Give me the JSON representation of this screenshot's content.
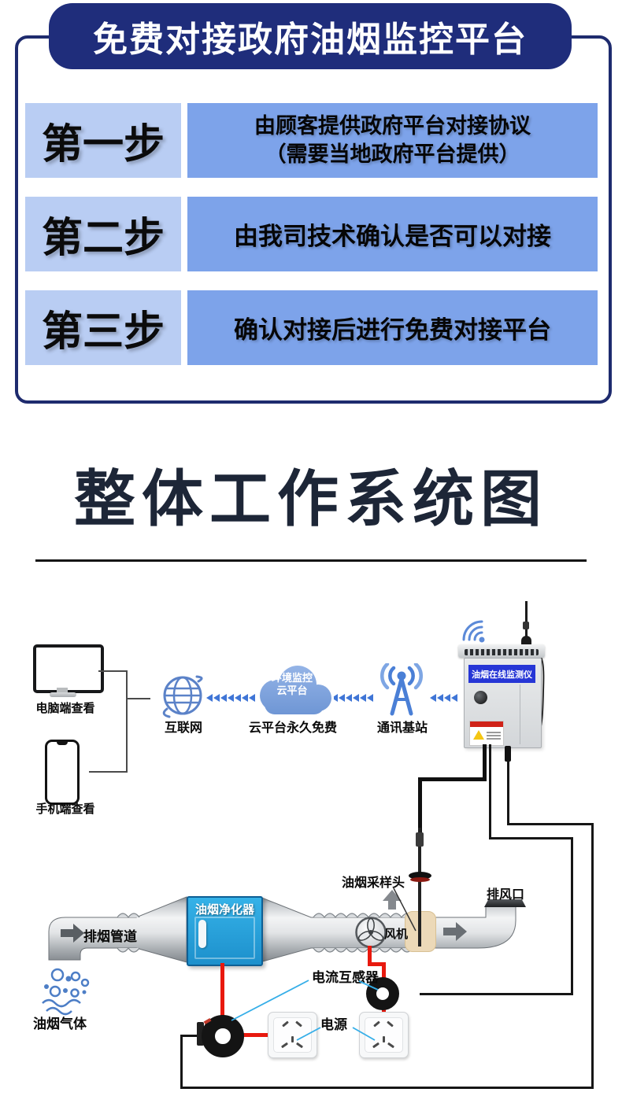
{
  "colors": {
    "banner_navy": "#1f2d7b",
    "frame_navy": "#1e2b6e",
    "step_label_bg": "#b9cdf3",
    "step_desc_bg": "#7da3ea",
    "title_color": "#1d2637",
    "device_banner_blue": "#2636d6",
    "purifier_blue": "#23a3dd",
    "wire_red": "#e8190e",
    "pointer_blue": "#35aee8",
    "diagram_blue": "#4a7fd6"
  },
  "header": {
    "banner": "免费对接政府油烟监控平台",
    "steps": [
      {
        "label": "第一步",
        "line1": "由顾客提供政府平台对接协议",
        "line2": "（需要当地政府平台提供）"
      },
      {
        "label": "第二步",
        "desc": "由我司技术确认是否可以对接"
      },
      {
        "label": "第三步",
        "desc": "确认对接后进行免费对接平台"
      }
    ]
  },
  "section_title": "整体工作系统图",
  "diagram": {
    "labels": {
      "computer": "电脑端查看",
      "phone": "手机端查看",
      "internet": "互联网",
      "cloud_line1": "环境监控",
      "cloud_line2": "云平台",
      "cloud_caption": "云平台永久免费",
      "base_station": "通讯基站",
      "device_banner": "油烟在线监测仪",
      "sampling_head": "油烟采样头",
      "exhaust_outlet": "排风口",
      "exhaust_pipe": "排烟管道",
      "purifier": "油烟净化器",
      "fan": "风机",
      "current_transformer": "电流互感器",
      "power": "电源",
      "oil_fume_gas": "油烟气体"
    }
  }
}
